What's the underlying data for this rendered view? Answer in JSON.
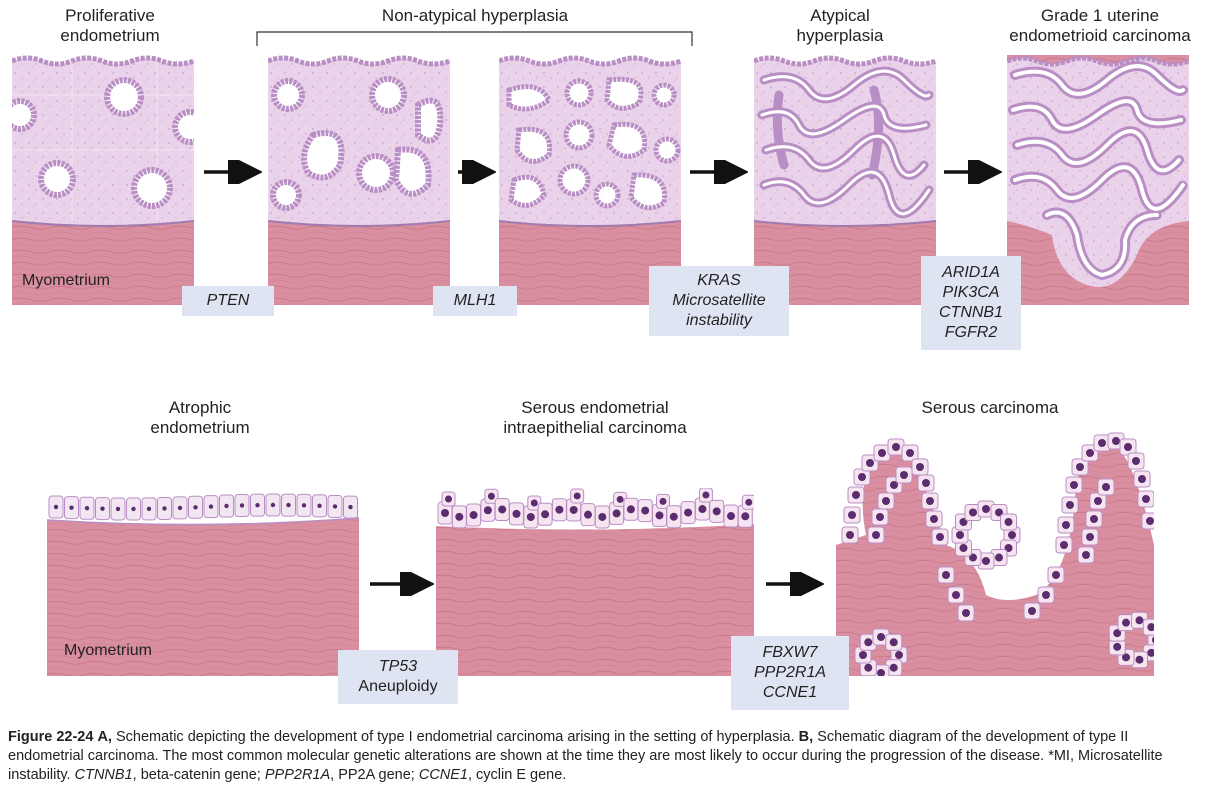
{
  "part_a": {
    "stages": [
      {
        "id": "proliferative",
        "label_lines": [
          "Proliferative",
          "endometrium"
        ]
      },
      {
        "id": "non_atypical",
        "label": "Non-atypical hyperplasia"
      },
      {
        "id": "atypical",
        "label_lines": [
          "Atypical",
          "hyperplasia"
        ]
      },
      {
        "id": "grade1",
        "label_lines": [
          "Grade 1 uterine",
          "endometrioid carcinoma"
        ]
      }
    ],
    "myometrium_label": "Myometrium",
    "genes": [
      {
        "lines": [
          "PTEN"
        ],
        "italic": [
          true
        ]
      },
      {
        "lines": [
          "MLH1"
        ],
        "italic": [
          true
        ]
      },
      {
        "lines": [
          "KRAS",
          "Microsatellite",
          "instability"
        ],
        "italic": [
          true,
          true,
          true
        ]
      },
      {
        "lines": [
          "ARID1A",
          "PIK3CA",
          "CTNNB1",
          "FGFR2"
        ],
        "italic": [
          true,
          true,
          true,
          true
        ]
      }
    ]
  },
  "part_b": {
    "stages": [
      {
        "id": "atrophic",
        "label_lines": [
          "Atrophic",
          "endometrium"
        ]
      },
      {
        "id": "seic",
        "label_lines": [
          "Serous endometrial",
          "intraepithelial carcinoma"
        ]
      },
      {
        "id": "serous",
        "label": "Serous carcinoma"
      }
    ],
    "myometrium_label": "Myometrium",
    "genes": [
      {
        "lines": [
          "TP53",
          "Aneuploidy"
        ],
        "italic": [
          true,
          false
        ]
      },
      {
        "lines": [
          "FBXW7",
          "PPP2R1A",
          "CCNE1"
        ],
        "italic": [
          true,
          true,
          true
        ]
      }
    ]
  },
  "caption": {
    "figure_label": "Figure 22-24",
    "a_label": "A,",
    "a_text": " Schematic depicting the development of type I endometrial carcinoma arising in the setting of hyperplasia. ",
    "b_label": "B,",
    "b_text": " Schematic diagram of the development of type II endometrial carcinoma. The most common molecular genetic alterations are shown at the time they are most likely to occur during the progression of the disease. *MI, Microsatellite instability. ",
    "ctnnb1": "CTNNB1",
    "ctnnb1_def": ", beta-catenin gene; ",
    "ppp2r1a": "PPP2R1A",
    "ppp2r1a_def": ", PP2A gene; ",
    "ccne1": "CCNE1",
    "ccne1_def": ", cyclin E gene."
  },
  "colors": {
    "stroma": "#ead3ea",
    "stroma_speck": "#c9a6cc",
    "myometrium": "#d98f9f",
    "myo_fiber": "#c57788",
    "epithelium": "#b98ec4",
    "epi_stroke": "#8a5a9a",
    "nucleus": "#5b2d6e",
    "gene_box": "#dfe4f2",
    "gland_lumen": "#ffffff"
  }
}
